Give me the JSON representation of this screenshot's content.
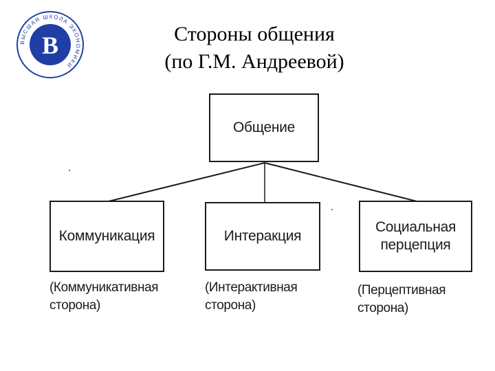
{
  "title": {
    "line1": "Стороны общения",
    "line2": "(по Г.М. Андреевой)"
  },
  "logo": {
    "icon": "hse-university-logo",
    "ring_text": "ВЫСШАЯ ШКОЛА ЭКОНОМИКИ",
    "monogram": "В",
    "brand_color": "#1f3fa6"
  },
  "diagram": {
    "root": {
      "label": "Общение"
    },
    "children": [
      {
        "label_lines": [
          "Коммуникация"
        ],
        "note_lines": [
          "(Коммуникативная",
          "сторона)"
        ]
      },
      {
        "label_lines": [
          "Интеракция"
        ],
        "note_lines": [
          "(Интерактивная",
          "сторона)"
        ]
      },
      {
        "label_lines": [
          "Социальная",
          "перцепция"
        ],
        "note_lines": [
          "(Перцептивная",
          "сторона)"
        ]
      }
    ]
  }
}
